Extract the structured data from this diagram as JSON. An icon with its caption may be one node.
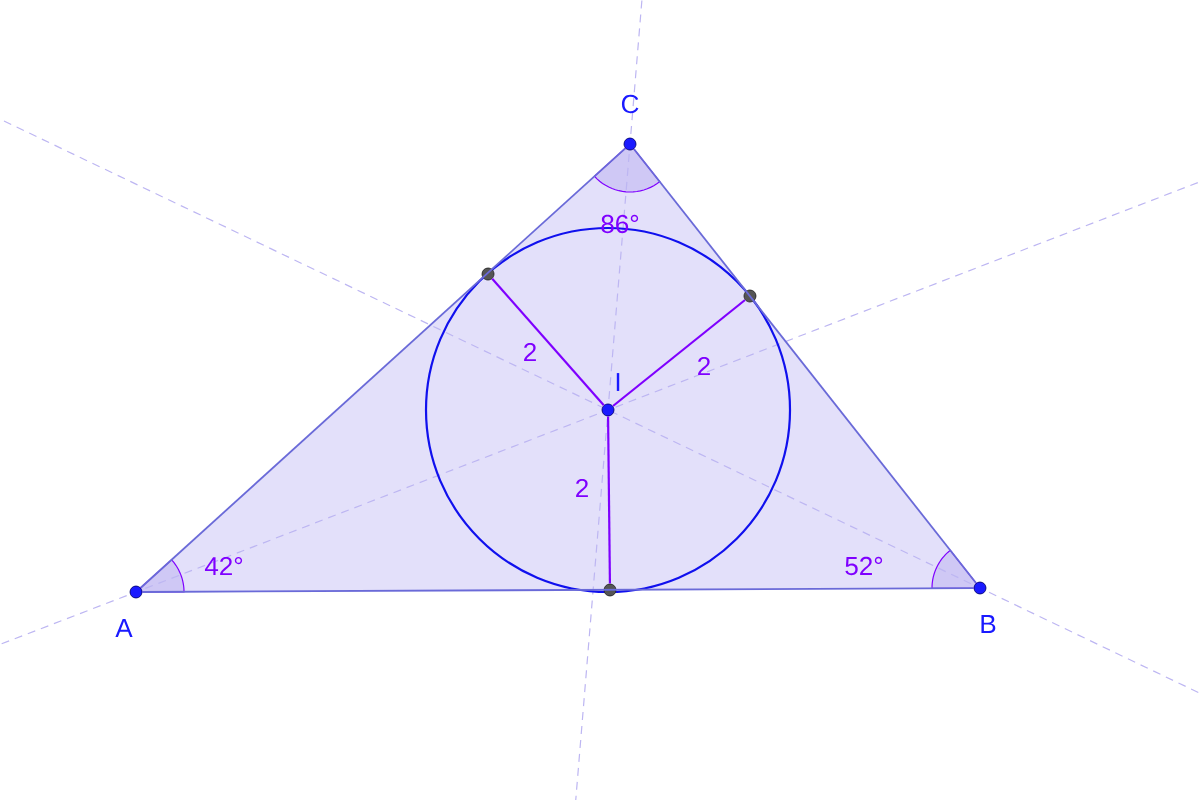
{
  "diagram": {
    "nodes": [
      {
        "text": [
          "C"
        ],
        "beside": [
          "86°"
        ]
      },
      {
        "text": [
          "A"
        ],
        "beside": [
          "42°"
        ]
      },
      {
        "text": [
          "B"
        ],
        "beside": [
          "52°"
        ]
      },
      {
        "text": [
          "I"
        ]
      },
      {
        "text": [],
        "shape": "circle"
      },
      {
        "text": [],
        "shape": "circle"
      },
      {
        "text": [],
        "shape": "circle"
      }
    ],
    "edges": [
      {
        "from": 1,
        "to": 2,
        "arrow": "none"
      },
      {
        "from": 2,
        "to": 0,
        "arrow": "none"
      },
      {
        "from": 0,
        "to": 1,
        "arrow": "none"
      },
      {
        "from": 3,
        "to": 4,
        "arrow": "none",
        "label": "2",
        "color": "#7f00ff"
      },
      {
        "from": 3,
        "to": 5,
        "arrow": "none",
        "label": "2",
        "color": "#7f00ff"
      },
      {
        "from": 3,
        "to": 6,
        "arrow": "none",
        "label": "2",
        "color": "#7f00ff"
      }
    ]
  }
}
